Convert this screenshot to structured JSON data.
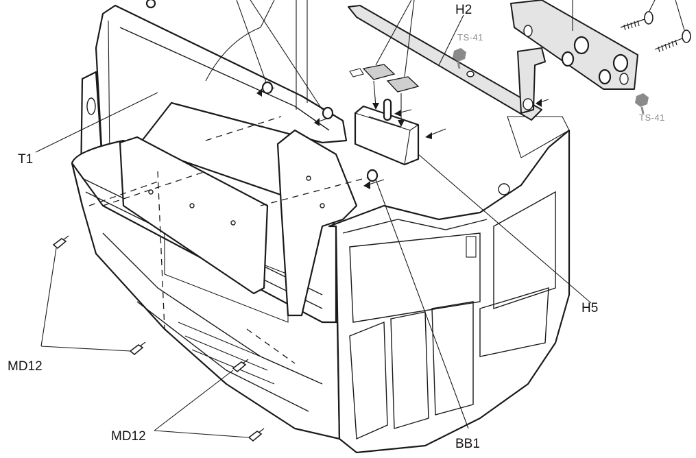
{
  "labels": {
    "h2": "H2",
    "t1": "T1",
    "h5": "H5",
    "md12_left": "MD12",
    "md12_bottom": "MD12",
    "bb1": "BB1",
    "ts41_top": "TS-41",
    "ts41_right": "TS-41"
  }
}
